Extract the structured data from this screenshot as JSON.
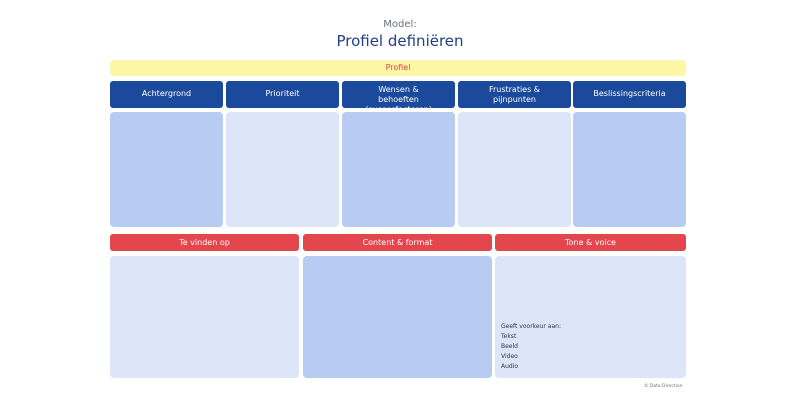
{
  "header": {
    "subtitle": "Model:",
    "title": "Profiel definiëren"
  },
  "profile_bar": "Profiel",
  "top_columns": [
    {
      "label": "Achtergrond"
    },
    {
      "label": "Prioriteit"
    },
    {
      "label": "Wensen & behoeften (succesfactoren)"
    },
    {
      "label": "Frustraties & pijnpunten"
    },
    {
      "label": "Beslissingscriteria"
    }
  ],
  "bottom_columns": [
    {
      "label": "Te vinden op"
    },
    {
      "label": "Content & format"
    },
    {
      "label": "Tone & voice"
    }
  ],
  "preference": {
    "heading": "Geeft voorkeur aan:",
    "items": [
      "Tekst",
      "Beeld",
      "Video",
      "Audio"
    ]
  },
  "footer": "© Data Direction",
  "colors": {
    "title": "#1f3f86",
    "header_blue": "#1b4a9c",
    "header_red": "#e4464e",
    "panel_dark": "#b7cbf3",
    "panel_light": "#dce6f8",
    "profile_bar": "#fbf7a6"
  }
}
